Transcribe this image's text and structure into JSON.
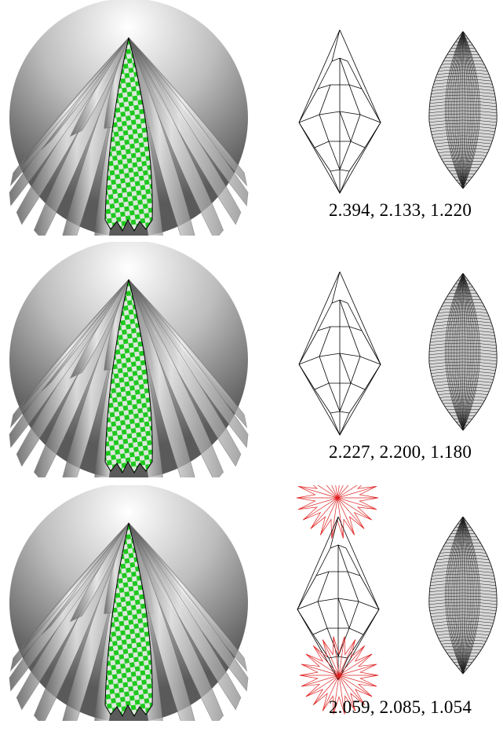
{
  "panels": [
    {
      "caption": "2.394, 2.133, 1.220",
      "show_red_stars": false
    },
    {
      "caption": "2.227, 2.200, 1.180",
      "show_red_stars": false
    },
    {
      "caption": "2.059, 2.085, 1.054",
      "show_red_stars": true
    }
  ],
  "colors": {
    "checker_green": "#1ec81e",
    "checker_light": "#dce8dc",
    "petal_dark": "#4a4a4a",
    "petal_light": "#f2f2f2",
    "wire_stroke": "#000000",
    "star_stroke": "#e02020"
  }
}
